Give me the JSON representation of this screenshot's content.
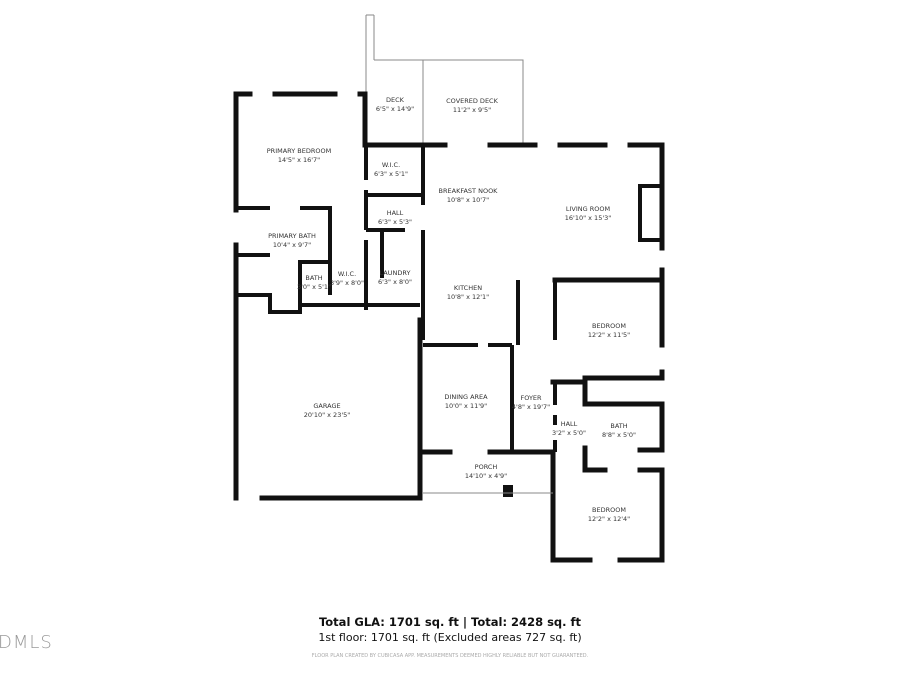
{
  "rooms": [
    {
      "name": "DECK",
      "dims": "6'5\" x 14'9\""
    },
    {
      "name": "COVERED DECK",
      "dims": "11'2\" x 9'5\""
    },
    {
      "name": "PRIMARY BEDROOM",
      "dims": "14'5\" x 16'7\""
    },
    {
      "name": "W.I.C.",
      "dims": "6'3\" x 5'1\""
    },
    {
      "name": "BREAKFAST NOOK",
      "dims": "10'8\" x 10'7\""
    },
    {
      "name": "LIVING ROOM",
      "dims": "16'10\" x 15'3\""
    },
    {
      "name": "HALL",
      "dims": "6'3\" x 5'3\""
    },
    {
      "name": "PRIMARY BATH",
      "dims": "10'4\" x 9'7\""
    },
    {
      "name": "BATH",
      "dims": "3'0\" x 5'1\""
    },
    {
      "name": "W.I.C.",
      "dims": "3'9\" x 8'0\""
    },
    {
      "name": "LAUNDRY",
      "dims": "6'3\" x 8'0\""
    },
    {
      "name": "KITCHEN",
      "dims": "10'8\" x 12'1\""
    },
    {
      "name": "BEDROOM",
      "dims": "12'2\" x 11'5\""
    },
    {
      "name": "GARAGE",
      "dims": "20'10\" x 23'5\""
    },
    {
      "name": "DINING AREA",
      "dims": "10'0\" x 11'9\""
    },
    {
      "name": "FOYER",
      "dims": "4'8\" x 19'7\""
    },
    {
      "name": "HALL",
      "dims": "3'2\" x 5'0\""
    },
    {
      "name": "BATH",
      "dims": "8'8\" x 5'0\""
    },
    {
      "name": "PORCH",
      "dims": "14'10\" x 4'9\""
    },
    {
      "name": "BEDROOM",
      "dims": "12'2\" x 12'4\""
    }
  ],
  "footer": {
    "totals": "Total GLA: 1701 sq. ft | Total: 2428 sq. ft",
    "floor": "1st floor: 1701 sq. ft (Excluded areas 727 sq. ft)",
    "disclaimer": "FLOOR PLAN CREATED BY CUBICASA APP. MEASUREMENTS DEEMED HIGHLY RELIABLE BUT NOT GUARANTEED.",
    "logo": "DMLS"
  }
}
